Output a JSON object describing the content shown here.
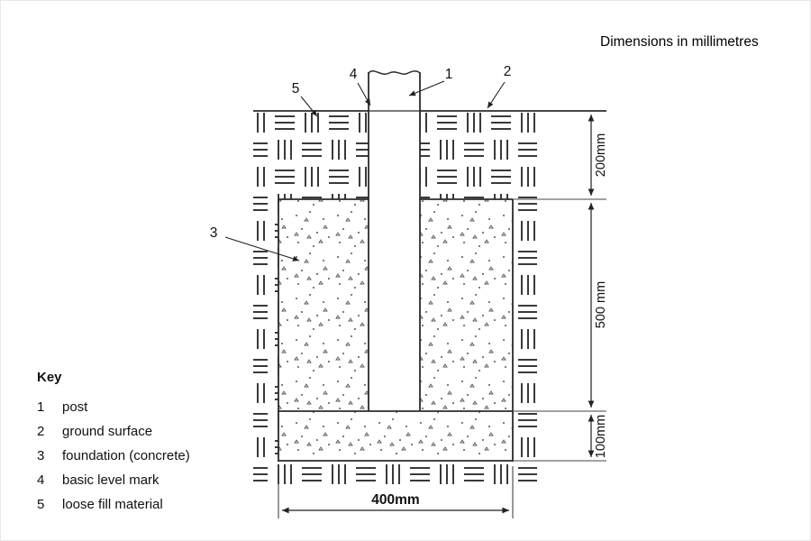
{
  "page": {
    "note": "Dimensions in millimetres"
  },
  "key": {
    "heading": "Key",
    "items": [
      {
        "num": "1",
        "label": "post"
      },
      {
        "num": "2",
        "label": "ground surface"
      },
      {
        "num": "3",
        "label": "foundation (concrete)"
      },
      {
        "num": "4",
        "label": "basic level mark"
      },
      {
        "num": "5",
        "label": "loose fill material"
      }
    ]
  },
  "callouts": {
    "post": "1",
    "ground_surface": "2",
    "foundation": "3",
    "basic_level_mark": "4",
    "loose_fill_material": "5"
  },
  "dimensions": {
    "fill_depth": "200mm",
    "foundation_depth": "500 mm",
    "base_thickness": "100mm",
    "width": "400mm"
  },
  "colors": {
    "line": "#2b2b2b",
    "hatch": "#3a3a3a",
    "stipple": "#555555"
  }
}
